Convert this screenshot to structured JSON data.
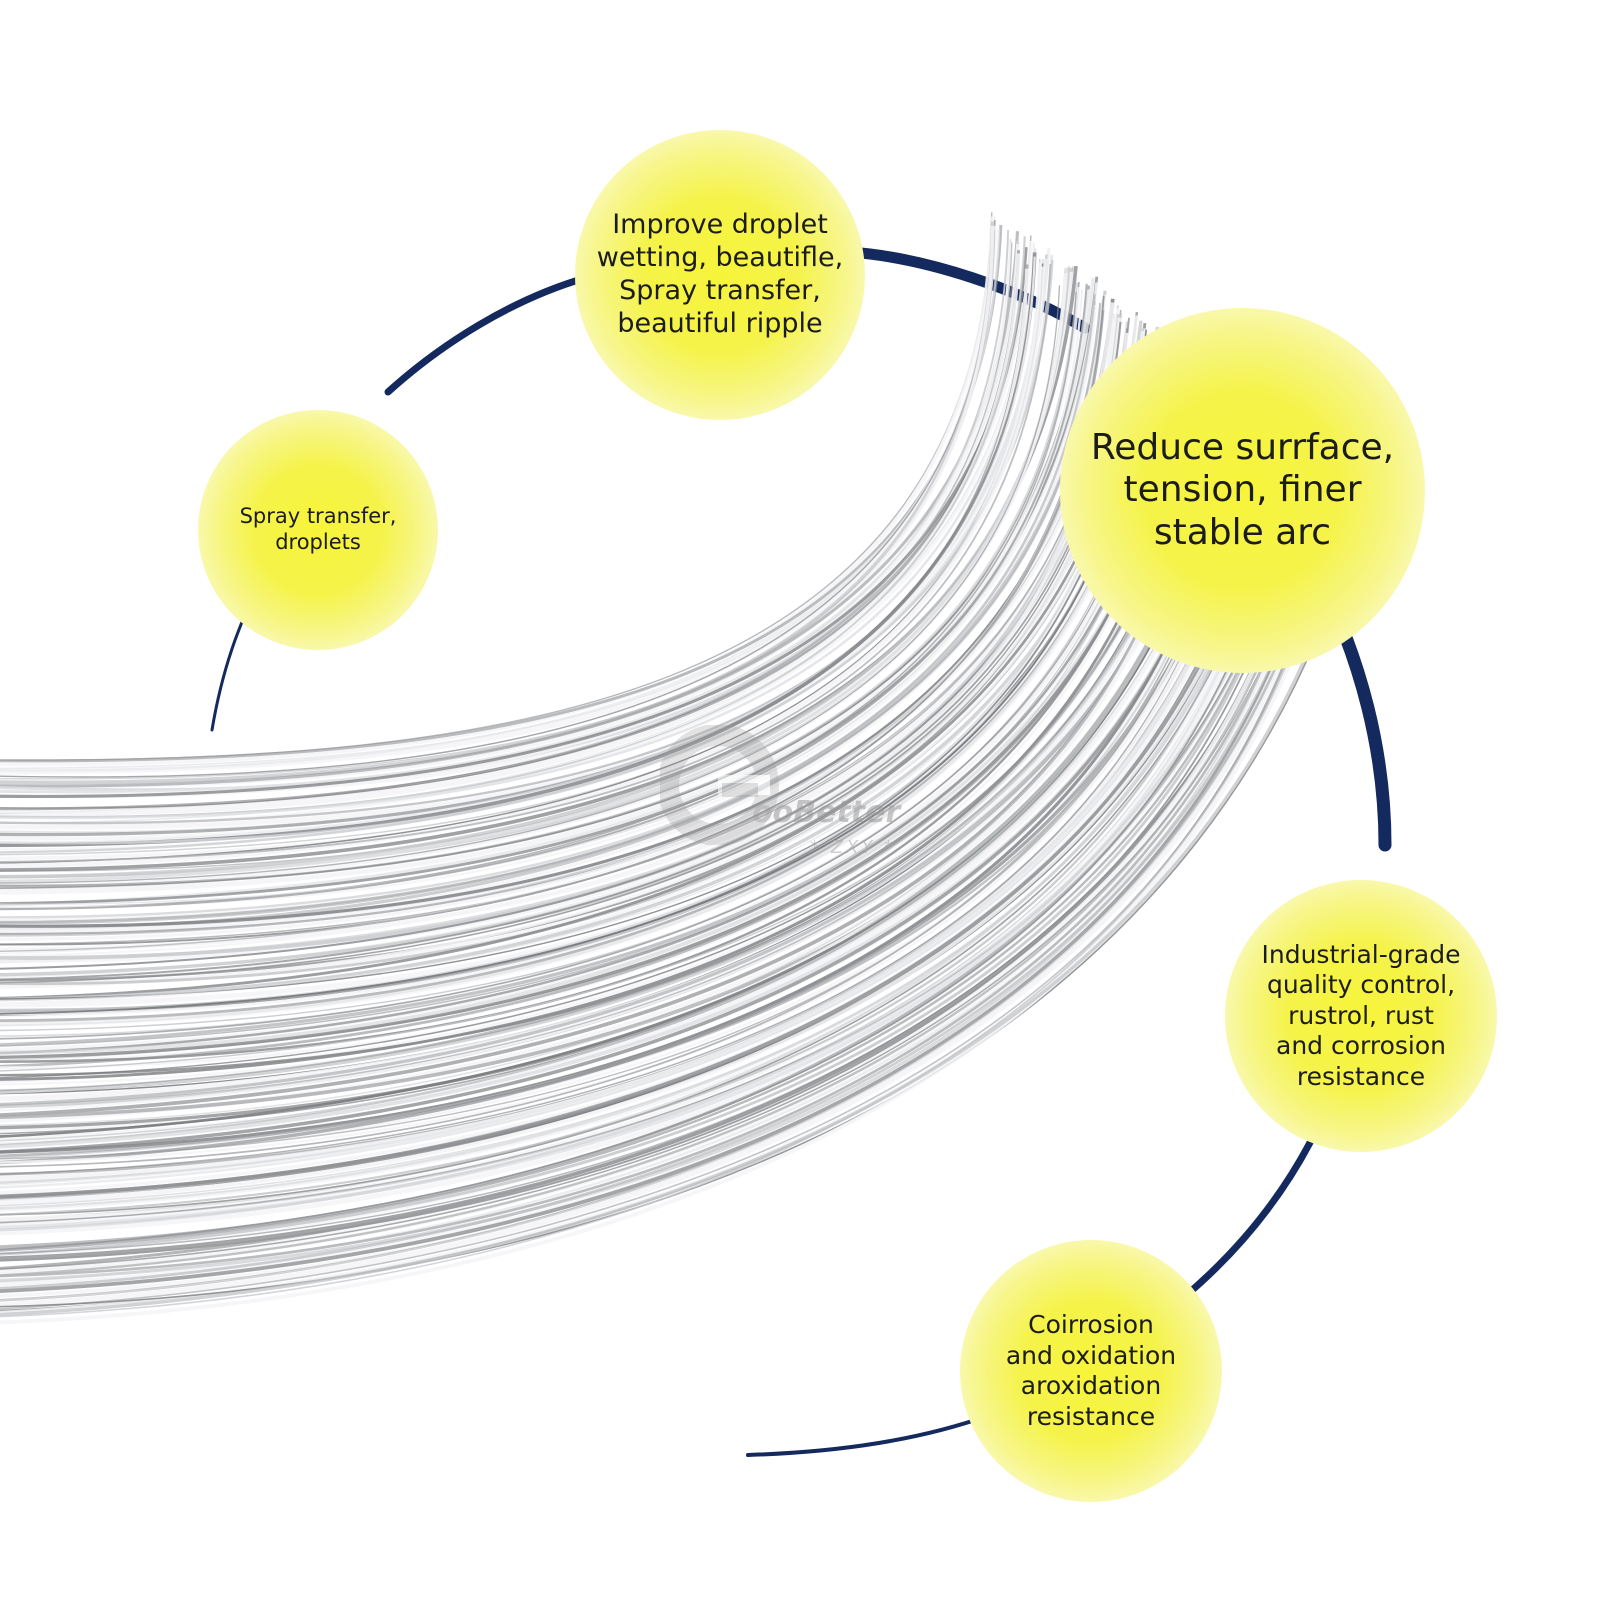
{
  "bubbles": {
    "top": "Improve droplet\nwetting, beautifle,\nSpray transfer,\nbeautiful ripple",
    "left": "Spray transfer,\ndroplets",
    "right": "Reduce surrface,\ntension, finer\nstable arc",
    "industrial": "Industrial-grade\nquality control,\nrustrol, rust\nand corrosion\nresistance",
    "corrosion": "Coirrosion\nand oxidation\naroxidation\nresistance"
  },
  "watermark": {
    "brand": "ooBetter",
    "sub": "* ZXY *"
  },
  "colors": {
    "arc": "#14295e",
    "bubble": "#f6f43a",
    "wire": "#c9cbce"
  }
}
